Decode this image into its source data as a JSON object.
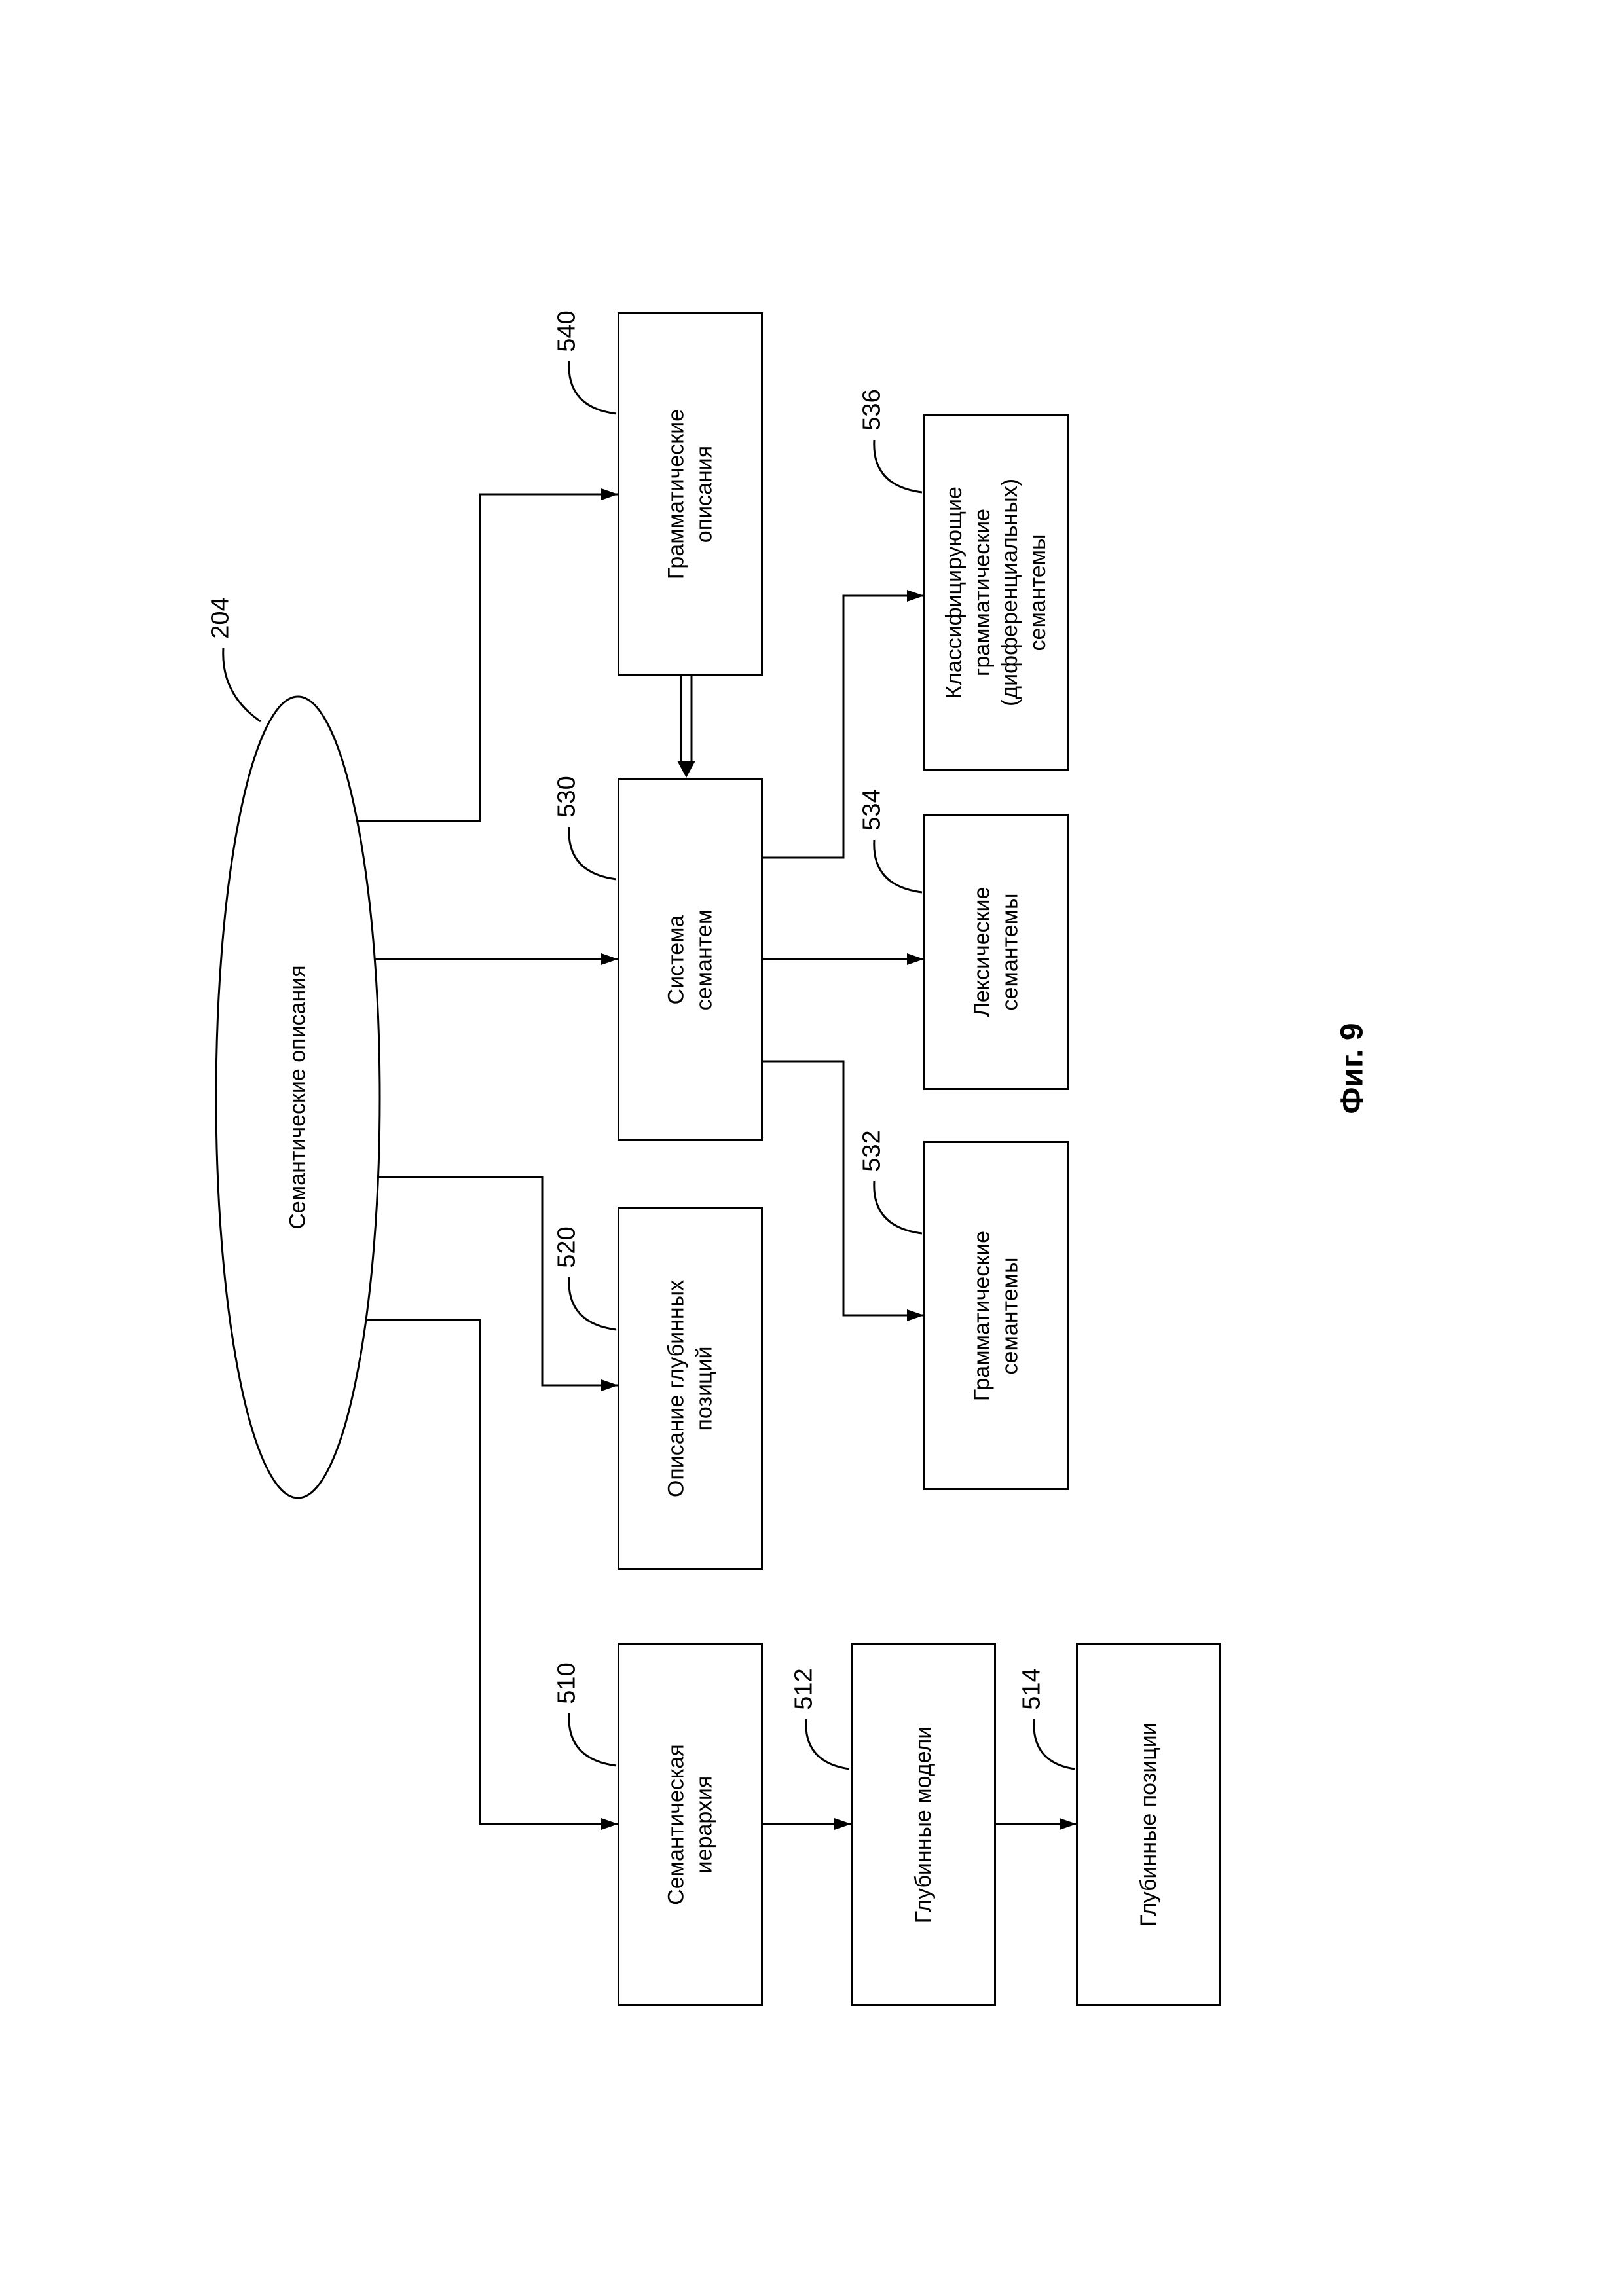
{
  "diagram": {
    "caption": "Фиг. 9",
    "ellipse": {
      "ref": "204",
      "label": "Семантические описания"
    },
    "nodes": {
      "grammatical_descriptions": {
        "ref": "540",
        "label": "Грамматические описания"
      },
      "semanteme_system": {
        "ref": "530",
        "label": "Система семантем"
      },
      "classifying_semantemes": {
        "ref": "536",
        "label": "Классифицирующие грамматические (дифференциальных) семантемы"
      },
      "lexical_semantemes": {
        "ref": "534",
        "label": "Лексические семантемы"
      },
      "grammatical_semantemes": {
        "ref": "532",
        "label": "Грамматические семантемы"
      },
      "deep_positions_description": {
        "ref": "520",
        "label": "Описание глубинных позиций"
      },
      "semantic_hierarchy": {
        "ref": "510",
        "label": "Семантическая иерархия"
      },
      "deep_models": {
        "ref": "512",
        "label": "Глубинные модели"
      },
      "deep_positions": {
        "ref": "514",
        "label": "Глубинные позиции"
      }
    }
  }
}
